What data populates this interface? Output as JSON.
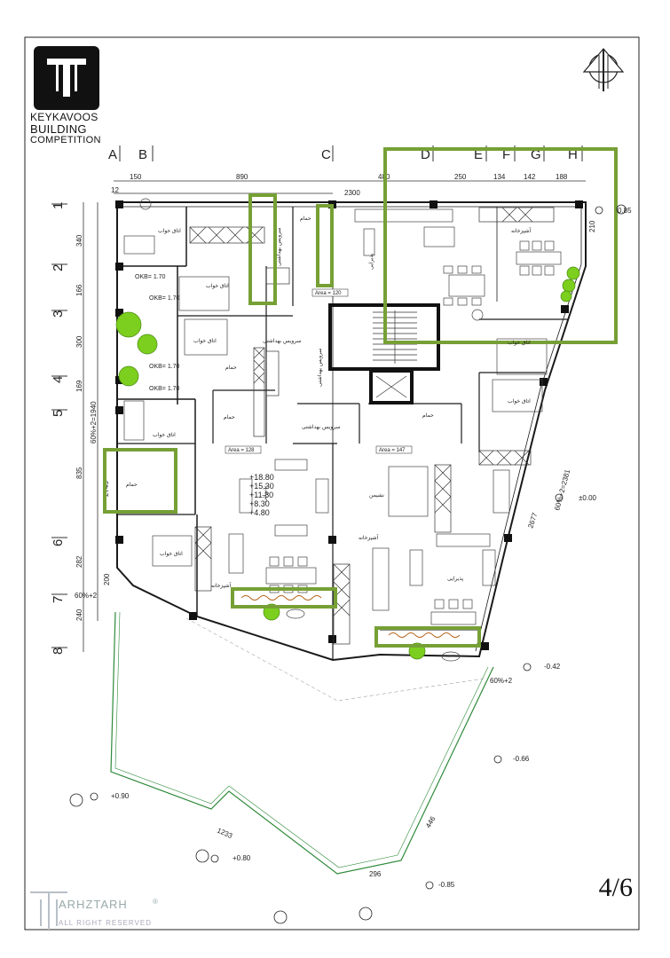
{
  "brand": {
    "line1": "KEYKAVOOS",
    "line2": "BUILDING",
    "line3": "COMPETITION"
  },
  "page_number": "4/6",
  "watermark": {
    "name": "ARHZTARH",
    "symbol": "®",
    "tagline": "ALL RIGHT RESERVED"
  },
  "grid": {
    "columns": [
      "A",
      "B",
      "C",
      "D",
      "E",
      "F",
      "G",
      "H"
    ],
    "rows": [
      "1",
      "2",
      "3",
      "4",
      "5",
      "6",
      "7",
      "8"
    ]
  },
  "dimensions": {
    "top": [
      "150",
      "890",
      "480",
      "250",
      "134",
      "142",
      "188"
    ],
    "top_total": "2300",
    "top_small": "12",
    "left": [
      "340",
      "166",
      "300",
      "169",
      "835",
      "282",
      "240"
    ],
    "left_total": "60%+2=1940",
    "left_extra": "2745",
    "left_slope": "60%+2",
    "left_slope_val": "200",
    "right_210": "210",
    "right_diag_2677": "2677",
    "right_diag_label": "60%+2=2381",
    "bottom_1233": "1233",
    "bottom_296": "296",
    "bottom_446": "446",
    "right_bottom_slope": "60%+2"
  },
  "levels": {
    "l1": "0.85",
    "l2": "±0.00",
    "l3": "-0.42",
    "l4": "-0.66",
    "l5": "+0.90",
    "l6": "+0.80",
    "l7": "-0.85"
  },
  "okb": [
    "OKB= 1.70",
    "OKB= 1.70",
    "OKB= 1.70",
    "OKB= 1.70"
  ],
  "areas": {
    "a1": "Area = 120",
    "a2": "Area = 128",
    "a3": "Area = 147"
  },
  "elevations": [
    "+18.80",
    "+15.30",
    "+11.80",
    "+8.30",
    "+4.80"
  ],
  "rooms": {
    "bed1": "اتاق خواب",
    "bed2": "اتاق خواب",
    "bed3": "اتاق خواب",
    "bed4": "اتاق خواب",
    "bed5": "اتاق خواب",
    "bed6": "اتاق خواب",
    "bed7": "اتاق خواب",
    "bath1": "حمام",
    "bath2": "حمام",
    "bath3": "حمام",
    "bath4": "حمام",
    "bath5": "حمام",
    "wc1": "سرویس بهداشتی",
    "wc2": "سرویس بهداشتی",
    "wc3": "سرویس بهداشتی",
    "wc4": "سرویس بهداشتی",
    "kitchen1": "آشپزخانه",
    "kitchen2": "آشپزخانه",
    "kitchen3": "آشپزخانه",
    "reception1": "پذیرایی",
    "reception2": "پذیرایی",
    "reception3": "پذیرایی",
    "living": "نشیمن"
  },
  "colors": {
    "highlight": "#76a035",
    "wall": "#1a1a1a",
    "green_line": "#2f8a3a",
    "tree": "#7ccf1e"
  }
}
